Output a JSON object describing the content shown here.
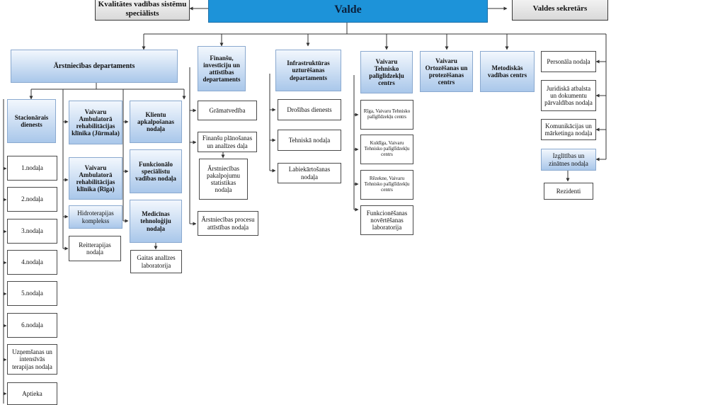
{
  "top": {
    "quality": "Kvalitātes vadības sistēmu speciālists",
    "board": "Valde",
    "secretary": "Valdes sekretārs"
  },
  "treatment": {
    "title": "Ārstniecības departaments",
    "inpatient": "Stacionārais dienests",
    "units": [
      "1.nodaļa",
      "2.nodaļa",
      "3.nodaļa",
      "4.nodaļa",
      "5.nodaļa",
      "6.nodaļa",
      "Uzņemšanas un intensīvās terapijas nodaļa",
      "Aptieka"
    ],
    "rehab_jurmala": "Vaivaru Ambulatorā rehabilitācijas klīnika (Jūrmala)",
    "rehab_riga": "Vaivaru Ambulatorā rehabilitācijas klīnika (Rīga)",
    "hydro": "Hidroterapijas komplekss",
    "reiter": "Reitterapijas nodaļa",
    "client": "Klientu apkalpošanas nodaļa",
    "functional": "Funkcionālo speciālistu vadības nodaļa",
    "medtech": "Medicīnas tehnoloģiju nodaļa",
    "gait": "Gaitas analīzes laboratorija"
  },
  "finance": {
    "title": "Finanšu, investīciju un attīstības departaments",
    "accounting": "Grāmatvedība",
    "planning": "Finanšu plānošanas un analīzes daļa",
    "stats": "Ārstniecības pakalpojumu statistikas nodaļa",
    "processes": "Ārstniecības procesu attīstības nodaļa"
  },
  "infrastructure": {
    "title": "Infrastruktūras uzturēšanas departaments",
    "security": "Drošības dienests",
    "technical": "Tehniskā nodaļa",
    "landscaping": "Labiekārtošanas nodaļa"
  },
  "tech_aids": {
    "title": "Vaivaru Tehnisko palīglīdzekļu centrs",
    "riga": "Rīga, Vaivaru Tehnisko palīglīdzekļu centrs",
    "kuldiga": "Kuldīga, Vaivaru Tehnisko palīglīdzekļu centrs",
    "rezekne": "Rēzekne, Vaivaru Tehnisko palīglīdzekļu centrs",
    "lab": "Funkcionēšanas novērtēšanas laboratorija"
  },
  "orthotics": {
    "title": "Vaivaru Ortozēšanas un protezēšanas centrs"
  },
  "methodology": {
    "title": "Metodiskās vadības centrs"
  },
  "support": {
    "personnel": "Personāla nodaļa",
    "legal": "Juridiskā atbalsta un dokumentu pārvaldības nodaļa",
    "communication": "Komunikācijas un mārketinga nodaļa",
    "education": "Izglītības un zinātnes nodaļa",
    "residents": "Rezidenti"
  }
}
